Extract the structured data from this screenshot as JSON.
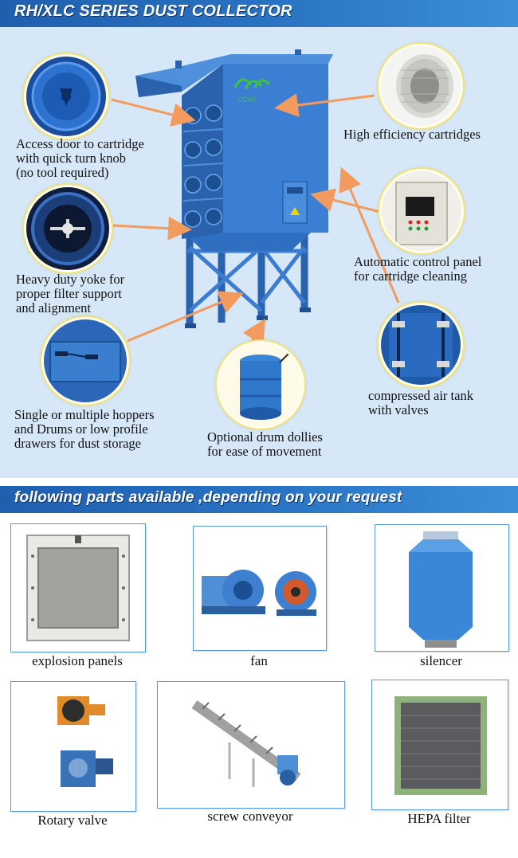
{
  "header": {
    "title": "RH/XLC SERIES DUST COLLECTOR"
  },
  "machine": {
    "logo_text": "CCAF"
  },
  "features": {
    "access_door": {
      "lines": [
        "Access door to cartridge",
        "with quick turn knob",
        "(no tool required)"
      ]
    },
    "yoke": {
      "lines": [
        "Heavy duty yoke for",
        "proper filter support",
        "and alignment"
      ]
    },
    "hoppers": {
      "lines": [
        "Single or multiple hoppers",
        "and Drums or low profile",
        "drawers for dust storage"
      ]
    },
    "cartridges": {
      "lines": [
        "High efficiency cartridges"
      ]
    },
    "control_panel": {
      "lines": [
        "Automatic control panel",
        "for cartridge cleaning"
      ]
    },
    "air_tank": {
      "lines": [
        "compressed air tank",
        "with valves"
      ]
    },
    "drum": {
      "lines": [
        "Optional drum dollies",
        "for ease of movement"
      ]
    }
  },
  "parts_section": {
    "title": "following parts available ,depending on your request"
  },
  "parts": [
    {
      "label": "explosion panels"
    },
    {
      "label": "fan"
    },
    {
      "label": "silencer"
    },
    {
      "label": "Rotary valve"
    },
    {
      "label": "screw conveyor"
    },
    {
      "label": "HEPA filter"
    }
  ],
  "colors": {
    "banner": "#2a74c4",
    "background_light": "#d6e8f7",
    "machine_blue": "#2f6fc2",
    "arrow_orange": "#f39a5e",
    "circle_bg": "#fff8c8",
    "part_border": "#5a9bd5"
  }
}
